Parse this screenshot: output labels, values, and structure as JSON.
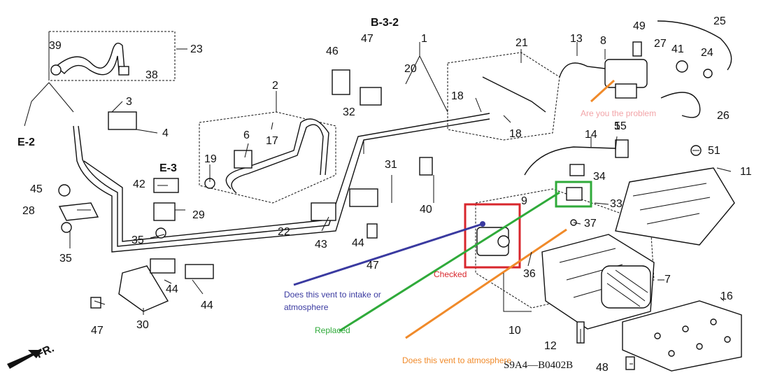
{
  "diagram": {
    "part_numbers": [
      "1",
      "2",
      "3",
      "4",
      "5",
      "6",
      "7",
      "8",
      "9",
      "10",
      "11",
      "12",
      "13",
      "14",
      "15",
      "16",
      "17",
      "18",
      "18",
      "19",
      "20",
      "21",
      "22",
      "23",
      "24",
      "25",
      "26",
      "27",
      "28",
      "29",
      "30",
      "31",
      "32",
      "33",
      "34",
      "35",
      "35",
      "36",
      "37",
      "38",
      "39",
      "40",
      "41",
      "42",
      "43",
      "44",
      "44",
      "44",
      "45",
      "46",
      "47",
      "47",
      "47",
      "48",
      "49",
      "51"
    ],
    "references": [
      "B-3-2",
      "E-2",
      "E-3"
    ],
    "front_marker": "FR.",
    "drawing_code": "S9A4—B0402B"
  },
  "annotations": {
    "blue_question": "Does this vent to intake or atmosphere",
    "green_label": "Replaced",
    "red_label": "Checked",
    "orange_question": "Does this vent to atmosphere",
    "pink_question": "Are you the problem"
  },
  "colors": {
    "blue": "#3a3aa0",
    "green": "#2faa3a",
    "red": "#d8262c",
    "orange": "#f08a2a",
    "pink": "#f2a4a8",
    "line": "#111111"
  }
}
